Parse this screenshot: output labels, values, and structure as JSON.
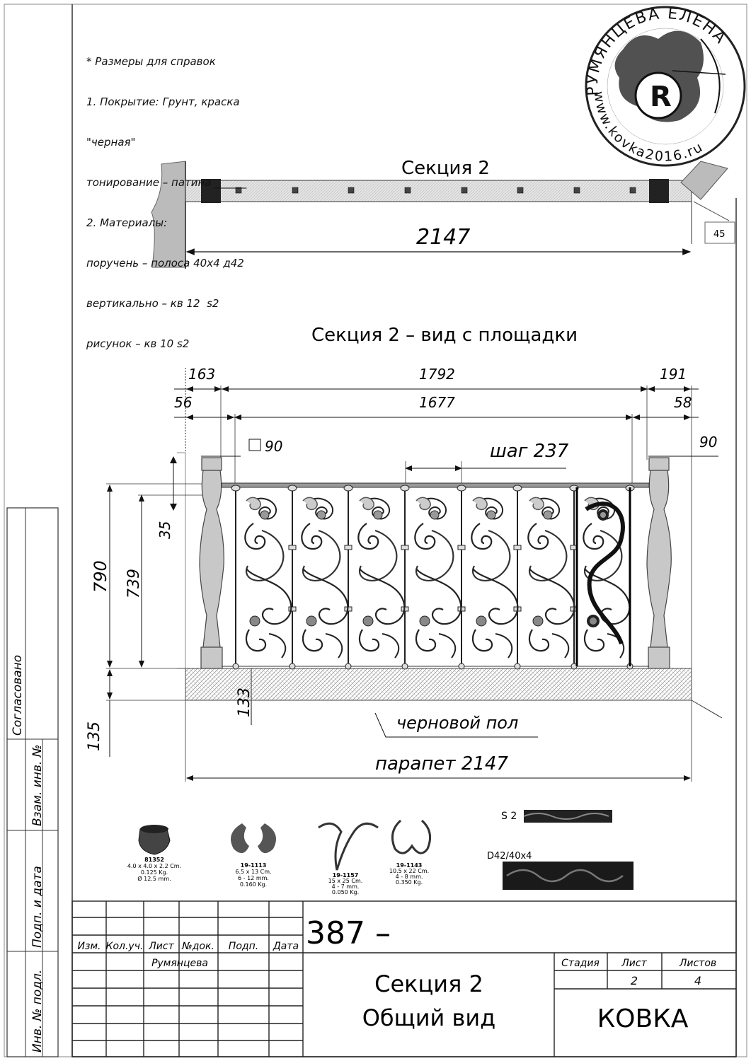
{
  "notes": [
    "* Размеры для справок",
    "1. Покрытие: Грунт, краска",
    "\"черная\"",
    "тонирование – патина ______",
    "2. Материалы:",
    "поручень – полоса 40х4 д42",
    "вертикально – кв 12  s2",
    "рисунок – кв 10 s2"
  ],
  "stamp": {
    "top_text": "РУМЯНЦЕВА ЕЛЕНА",
    "bottom_text": "www.kovka2016.ru",
    "letter": "R"
  },
  "plan_view": {
    "title": "Секция 2",
    "length": "2147",
    "angle": "45"
  },
  "elevation": {
    "title": "Секция 2 – вид с площадки",
    "dims": {
      "left_top": "163",
      "center_top": "1792",
      "right_top": "191",
      "left_bottom": "56",
      "center_bottom": "1677",
      "right_bottom": "58",
      "post_left": "90",
      "post_right": "90",
      "step": "шаг 237",
      "h_total": "790",
      "h_inner": "739",
      "h_gap": "35",
      "floor_133": "133",
      "floor_135": "135"
    },
    "floor_label": "черновой пол",
    "parapet_label": "парапет 2147"
  },
  "catalog": [
    {
      "code": "81352",
      "lines": [
        "4.0 x 4.0 x 2.2 Cm.",
        "0.125 Kg.",
        "Ø 12.5 mm."
      ]
    },
    {
      "code": "19-1113",
      "lines": [
        "6.5 x 13 Cm.",
        "6 - 12 mm.",
        "0.160 Kg."
      ]
    },
    {
      "code": "19-1157",
      "lines": [
        "15 x 25 Cm.",
        "4 - 7 mm.",
        "0.050 Kg."
      ]
    },
    {
      "code": "19-1143",
      "lines": [
        "10.5 x 22 Cm.",
        "4 - 8 mm.",
        "0.350 Kg."
      ]
    }
  ],
  "profiles": {
    "s2": "S 2",
    "d42": "D42/40x4"
  },
  "side_labels": {
    "agreed": "Согласовано",
    "inv_vzam": "Взам. инв. №",
    "sign_date": "Подп. и дата",
    "inv_podl": "Инв. № подл."
  },
  "title_block": {
    "doc_number": "387 –",
    "headers": [
      "Изм.",
      "Кол.уч.",
      "Лист",
      "№док.",
      "Подп.",
      "Дата"
    ],
    "author": "Румянцева",
    "title_line1": "Секция 2",
    "title_line2": "Общий вид",
    "stage_label": "Стадия",
    "sheet_label": "Лист",
    "sheets_label": "Листов",
    "sheet": "2",
    "sheets": "4",
    "company": "КОВКА"
  }
}
